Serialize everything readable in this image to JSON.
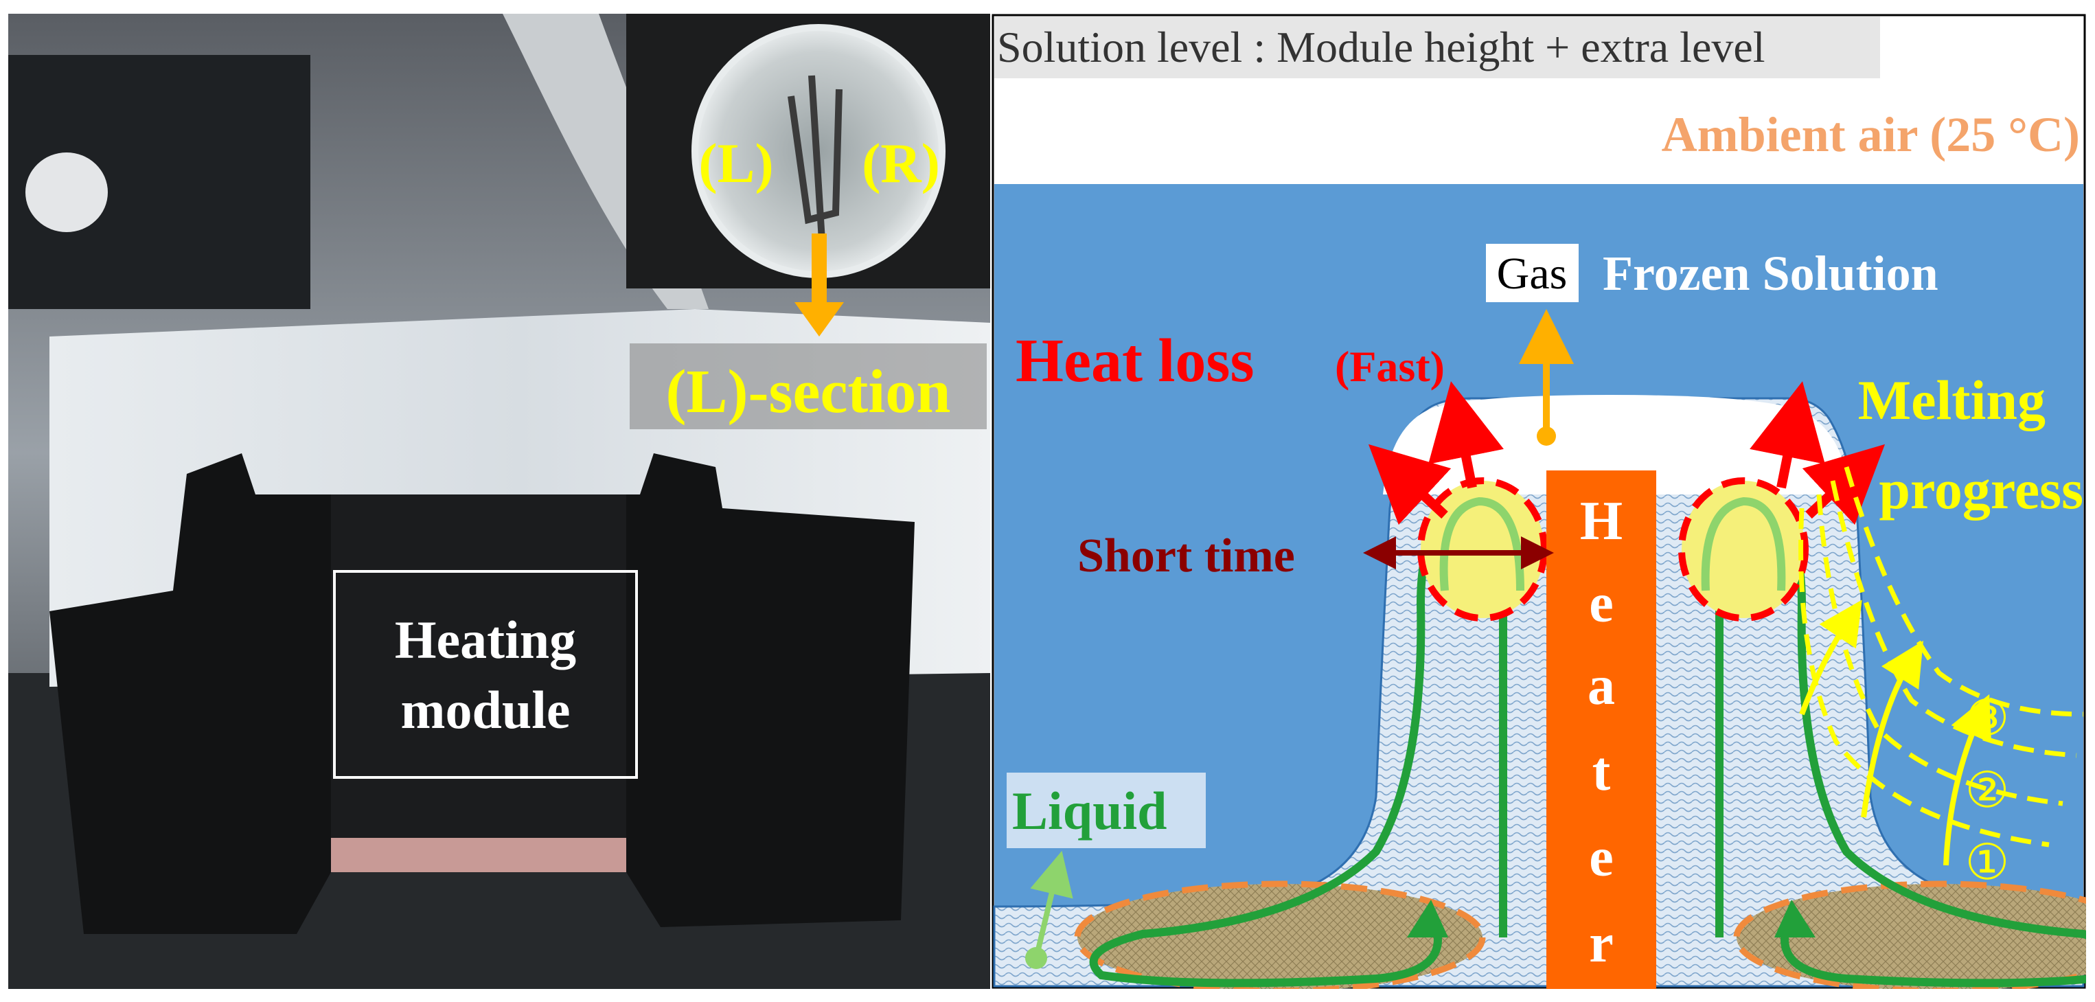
{
  "photo": {
    "inset_left_label": "(L)",
    "inset_right_label": "(R)",
    "section_label": "(L)-section",
    "module_label_line1": "Heating",
    "module_label_line2": "module"
  },
  "diagram": {
    "solution_level_label": "Solution level : Module height + extra level",
    "ambient_label": "Ambient air (25 °C)",
    "gas_label": "Gas",
    "frozen_label": "Frozen Solution",
    "heat_loss_label": "Heat loss",
    "fast_label": "(Fast)",
    "melting_line1": "Melting",
    "melting_line2": "progress",
    "short_time_label": "Short time",
    "heater_letters": [
      "H",
      "e",
      "a",
      "t",
      "e",
      "r"
    ],
    "liquid_label": "Liquid",
    "progress_markers": [
      "③",
      "②",
      "①"
    ],
    "colors": {
      "frozen_blue": "#5b9bd5",
      "heater_orange": "#ff6600",
      "label_yellow": "#ffff00",
      "heat_red": "#ff0000",
      "liquid_green": "#22a03a",
      "ambient_orange": "#f4a46b",
      "gas_arrow": "#ffb000",
      "short_time_red": "#8b0000"
    }
  }
}
